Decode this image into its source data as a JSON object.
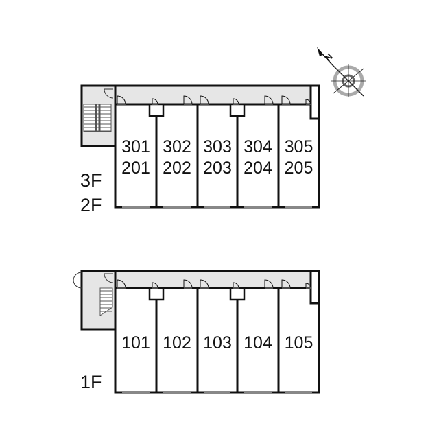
{
  "upper_block": {
    "floor_labels": [
      "3F",
      "2F"
    ],
    "units": [
      {
        "top": "301",
        "bottom": "201"
      },
      {
        "top": "302",
        "bottom": "202"
      },
      {
        "top": "303",
        "bottom": "203"
      },
      {
        "top": "304",
        "bottom": "204"
      },
      {
        "top": "305",
        "bottom": "205"
      }
    ]
  },
  "lower_block": {
    "floor_label": "1F",
    "units": [
      "101",
      "102",
      "103",
      "104",
      "105"
    ]
  },
  "compass": {
    "north_label": "N"
  },
  "colors": {
    "corridor": "#e6e6e6",
    "wall": "#111111",
    "window": "#888888"
  }
}
